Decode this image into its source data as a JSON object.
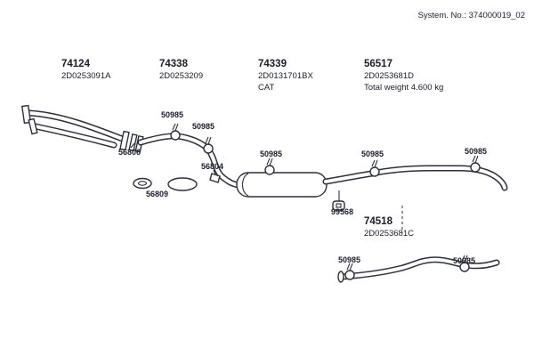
{
  "header": {
    "system_no": "System. No.: 374000019_02"
  },
  "colors": {
    "ink": "#1c1c2a",
    "line": "#2e2e3c"
  },
  "parts": {
    "p74124": {
      "num": "74124",
      "code": "2D0253091A"
    },
    "p74338": {
      "num": "74338",
      "code": "2D0253209"
    },
    "p74339": {
      "num": "74339",
      "code": "2D0131701BX",
      "note": "CAT"
    },
    "p56517": {
      "num": "56517",
      "code": "2D0253681D",
      "note": "Total weight 4.600 kg"
    },
    "p74518": {
      "num": "74518",
      "code": "2D0253681C"
    }
  },
  "callouts": {
    "clamp": "50985",
    "flange": "56806",
    "bracket": "56804",
    "gasket": "56809",
    "hanger": "99568"
  }
}
